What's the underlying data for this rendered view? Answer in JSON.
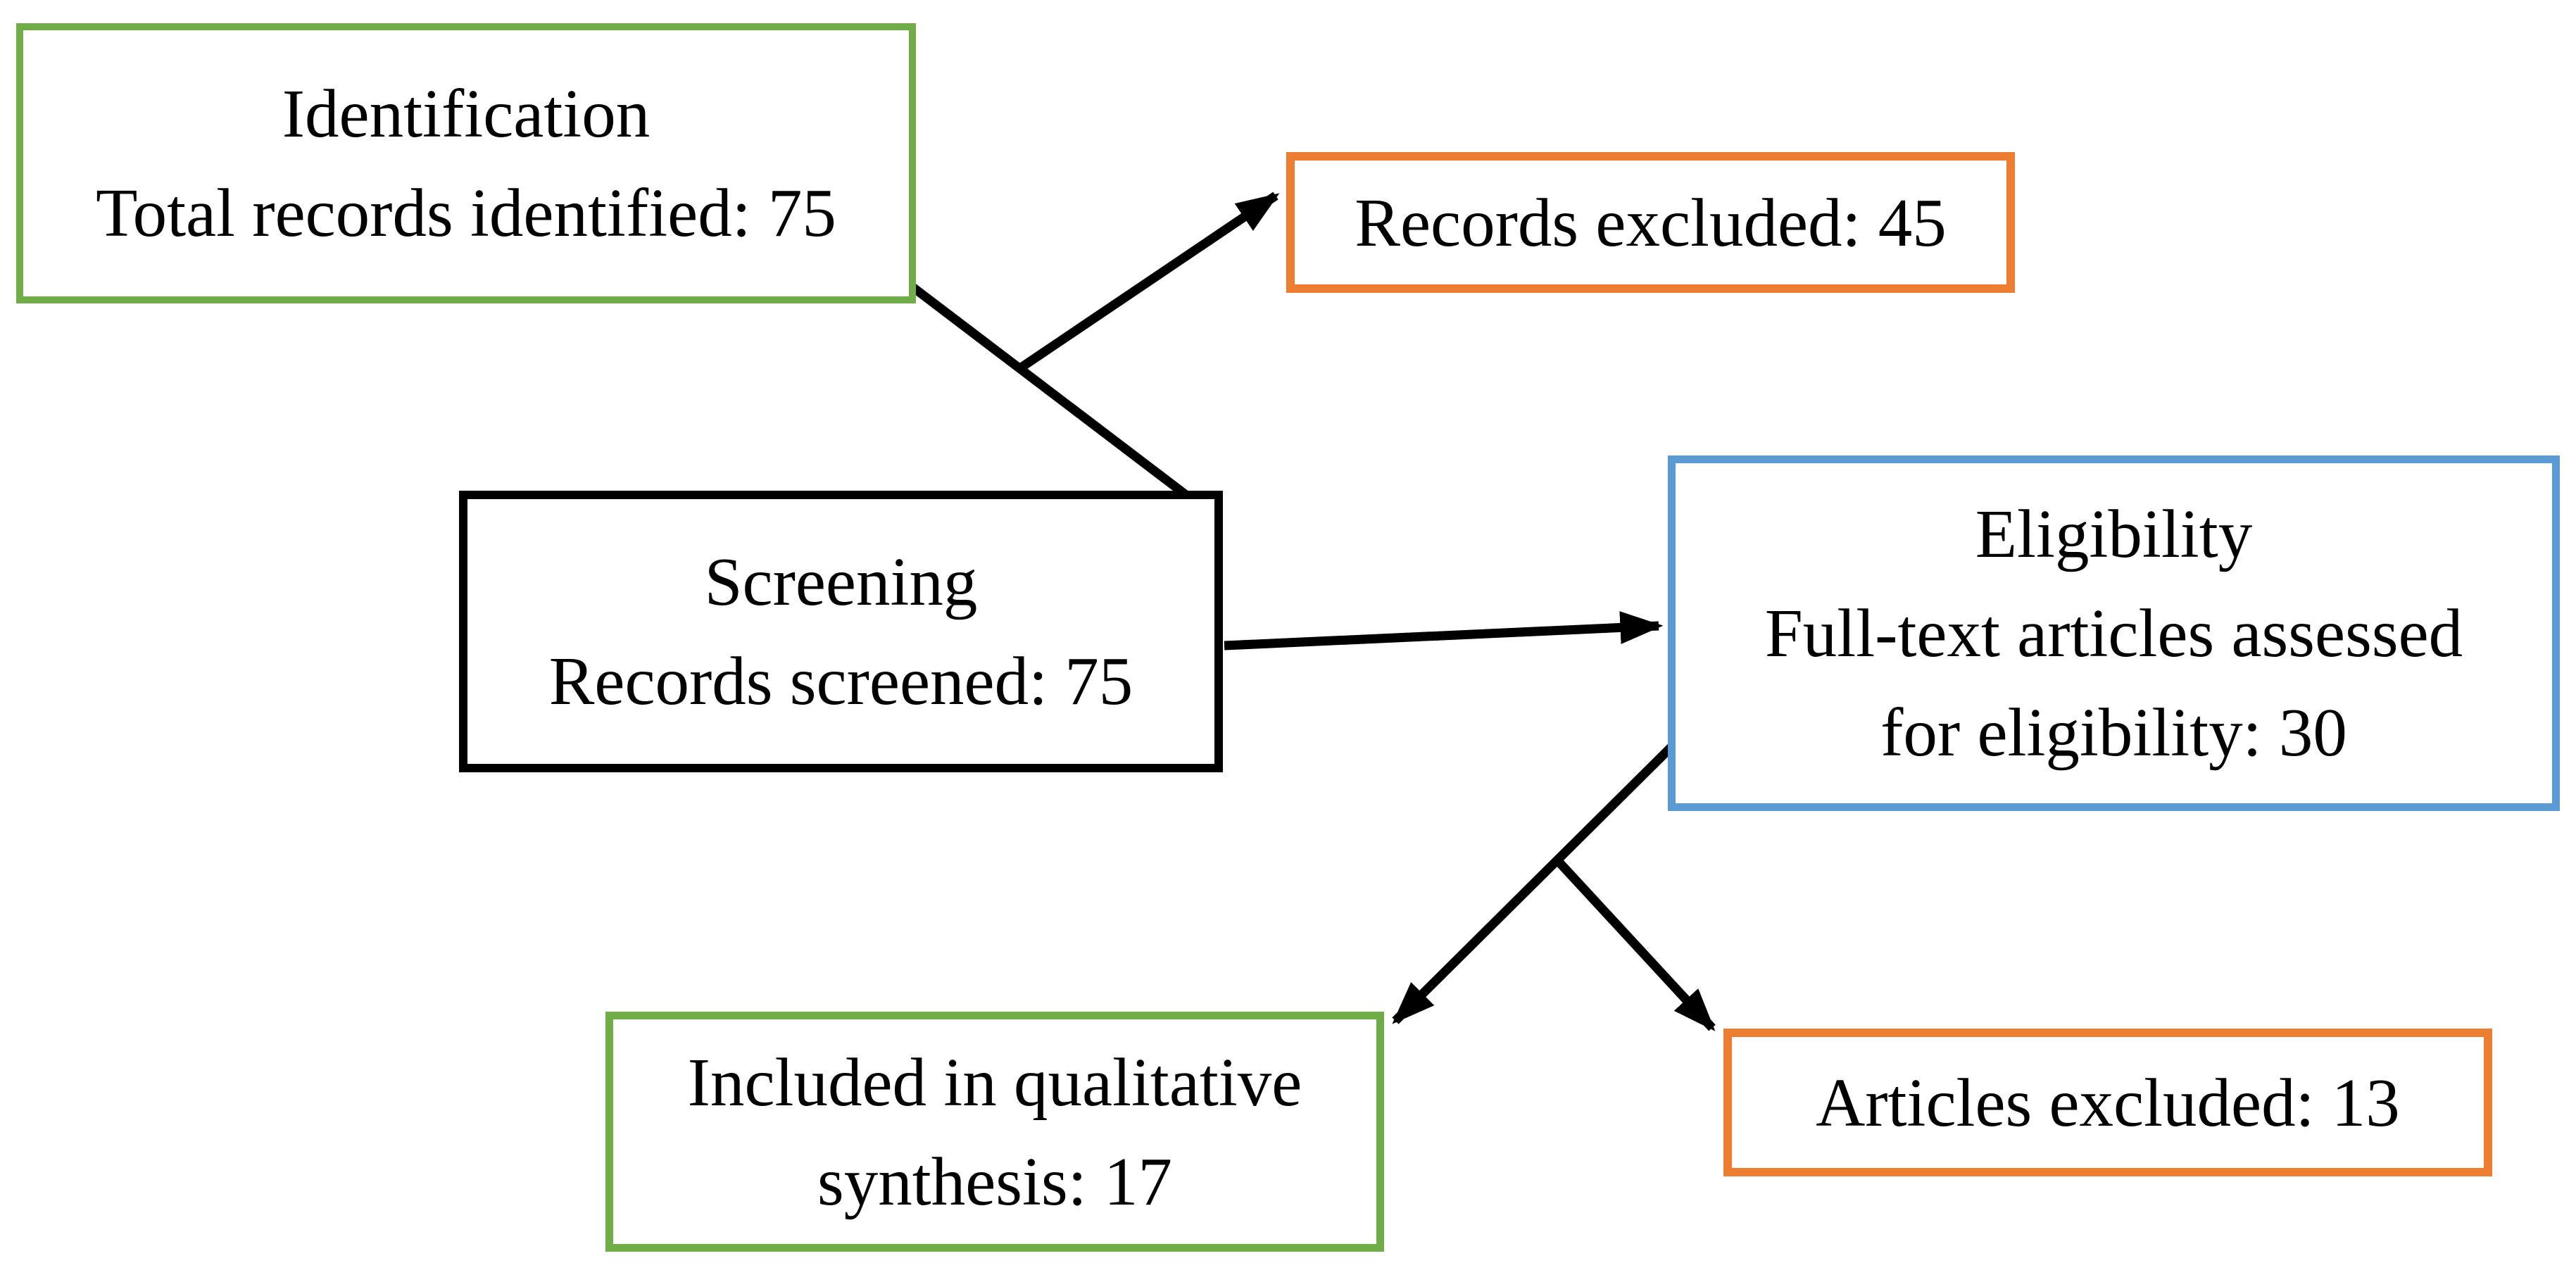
{
  "figure": {
    "background_color": "#ffffff",
    "text_color": "#000000",
    "connector_color": "#000000"
  },
  "boxes": {
    "identification": {
      "border_color": "#70AD47",
      "lines": [
        "Identification",
        "Total records identified: 75"
      ]
    },
    "records_excluded": {
      "border_color": "#ED7D31",
      "lines": [
        "Records excluded: 45"
      ]
    },
    "screening": {
      "border_color": "#000000",
      "lines": [
        "Screening",
        "Records screened: 75"
      ]
    },
    "eligibility": {
      "border_color": "#5B9BD5",
      "lines": [
        "Eligibility",
        "Full-text articles assessed",
        "for eligibility: 30"
      ]
    },
    "included_qualitative": {
      "border_color": "#70AD47",
      "lines": [
        "Included in qualitative",
        "synthesis: 17"
      ]
    },
    "articles_excluded": {
      "border_color": "#ED7D31",
      "lines": [
        "Articles excluded: 13"
      ]
    }
  },
  "edges": [
    {
      "from": "identification",
      "to": "screening",
      "arrowhead": false
    },
    {
      "from": "identification-screening connector",
      "to": "records_excluded",
      "arrowhead": true
    },
    {
      "from": "screening",
      "to": "eligibility",
      "arrowhead": true
    },
    {
      "from": "eligibility",
      "to": "included_qualitative",
      "arrowhead": true
    },
    {
      "from": "eligibility-included connector",
      "to": "articles_excluded",
      "arrowhead": true
    }
  ]
}
